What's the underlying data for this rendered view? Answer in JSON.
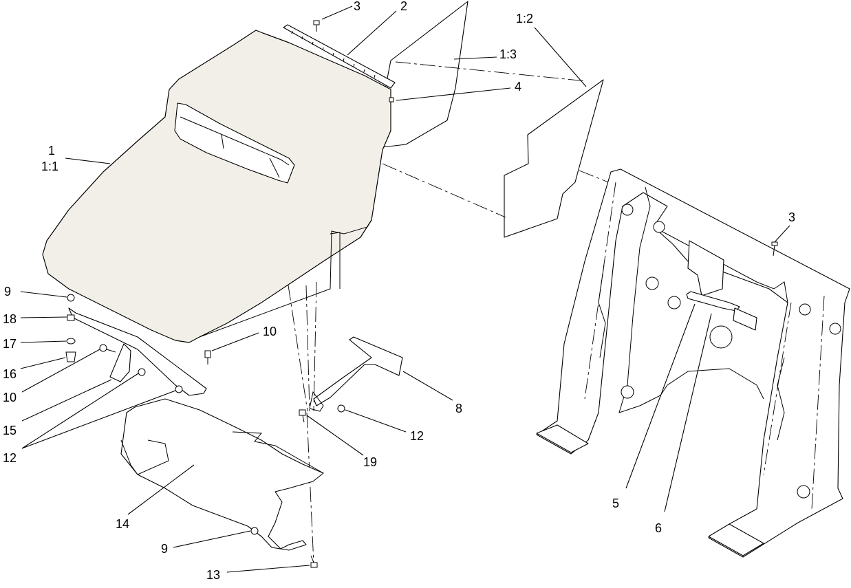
{
  "callouts": {
    "c1": "1",
    "c1b": "1:1",
    "c1_2": "1:2",
    "c1_3": "1:3",
    "c2": "2",
    "c3a": "3",
    "c3b": "3",
    "c4": "4",
    "c5": "5",
    "c6": "6",
    "c8": "8",
    "c9a": "9",
    "c9b": "9",
    "c10a": "10",
    "c10b": "10",
    "c12a": "12",
    "c12b": "12",
    "c13": "13",
    "c14": "14",
    "c15": "15",
    "c16": "16",
    "c17": "17",
    "c18": "18",
    "c19": "19"
  }
}
